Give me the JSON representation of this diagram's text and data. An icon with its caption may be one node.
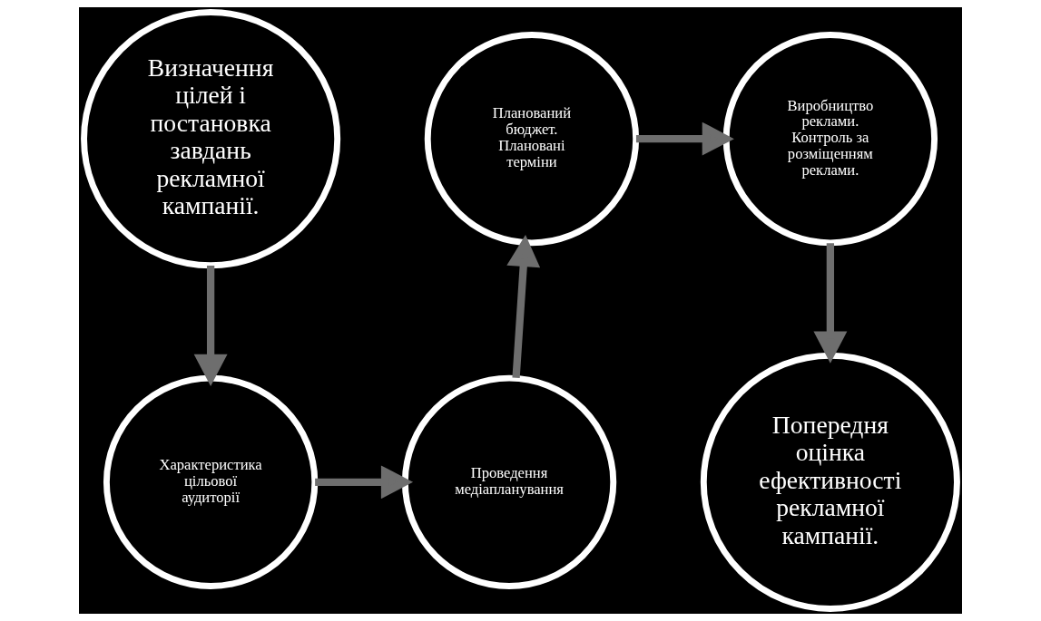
{
  "diagram": {
    "nodes": [
      {
        "text": [
          "Визначення цілей і постановка завдань рекламної кампанії."
        ]
      },
      {
        "text": [
          "Характеристика цільової аудиторії"
        ]
      },
      {
        "text": [
          "Проведення медіапланування"
        ]
      },
      {
        "text": [
          "Планований бюджет. Плановані терміни"
        ]
      },
      {
        "text": [
          "Виробництво реклами. Контроль за розміщенням реклами."
        ]
      },
      {
        "text": [
          "Попередня оцінка ефективності рекламної кампанії."
        ]
      }
    ],
    "edges": [
      {
        "from": 0,
        "to": 1,
        "arrow": "to"
      },
      {
        "from": 1,
        "to": 2,
        "arrow": "to"
      },
      {
        "from": 2,
        "to": 3,
        "arrow": "to"
      },
      {
        "from": 3,
        "to": 4,
        "arrow": "to"
      },
      {
        "from": 4,
        "to": 5,
        "arrow": "to"
      }
    ]
  }
}
